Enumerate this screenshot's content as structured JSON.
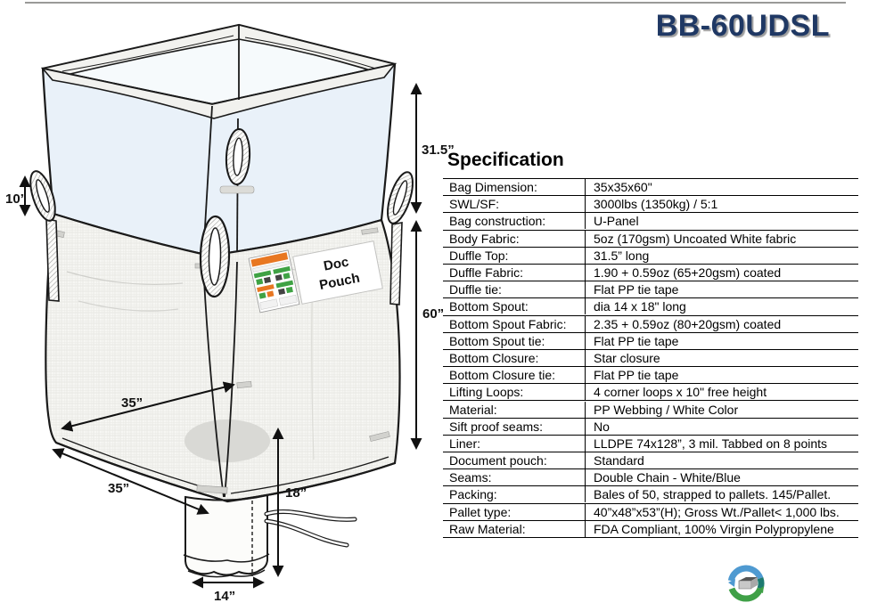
{
  "page": {
    "model_title": "BB-60UDSL",
    "accent_color": "#1f3864"
  },
  "spec": {
    "heading": "Specification",
    "rows": [
      {
        "label": "Bag Dimension:",
        "value": "35x35x60\""
      },
      {
        "label": "SWL/SF:",
        "value": "3000lbs (1350kg) / 5:1"
      },
      {
        "label": "Bag construction:",
        "value": "U-Panel"
      },
      {
        "label": "Body Fabric:",
        "value": "5oz (170gsm) Uncoated White fabric"
      },
      {
        "label": "Duffle Top:",
        "value": "31.5” long"
      },
      {
        "label": "Duffle Fabric:",
        "value": "1.90 + 0.59oz (65+20gsm) coated"
      },
      {
        "label": "Duffle tie:",
        "value": "Flat PP tie tape"
      },
      {
        "label": "Bottom Spout:",
        "value": "dia 14 x 18\" long"
      },
      {
        "label": "Bottom Spout Fabric:",
        "value": "2.35 + 0.59oz (80+20gsm) coated"
      },
      {
        "label": "Bottom Spout tie:",
        "value": "Flat PP tie tape"
      },
      {
        "label": "Bottom Closure:",
        "value": "Star closure"
      },
      {
        "label": "Bottom Closure tie:",
        "value": "Flat PP tie tape"
      },
      {
        "label": "Lifting Loops:",
        "value": "4 corner loops x 10\" free height"
      },
      {
        "label": "Material:",
        "value": "PP Webbing / White Color"
      },
      {
        "label": "Sift proof seams:",
        "value": "No"
      },
      {
        "label": "Liner:",
        "value": "LLDPE 74x128”, 3 mil. Tabbed on 8 points"
      },
      {
        "label": "Document pouch:",
        "value": "Standard"
      },
      {
        "label": "Seams:",
        "value": "Double Chain - White/Blue"
      },
      {
        "label": "Packing:",
        "value": "Bales of 50, strapped to pallets. 145/Pallet."
      },
      {
        "label": "Pallet type:",
        "value": "40”x48”x53”(H); Gross Wt./Pallet< 1,000 lbs."
      },
      {
        "label": "Raw Material:",
        "value": "FDA Compliant, 100% Virgin Polypropylene"
      }
    ]
  },
  "diagram": {
    "doc_pouch_line1": "Doc",
    "doc_pouch_line2": "Pouch",
    "dimensions": {
      "loop_height": "10”",
      "duffle_top_height": "31.5”",
      "body_height": "60”",
      "base_width": "35”",
      "base_depth": "35”",
      "spout_length": "18”",
      "spout_diameter": "14”"
    },
    "colors": {
      "duffle_blue": "#e9f1f9",
      "fabric_white": "#f6f6f3",
      "outline": "#1a1a1a"
    }
  },
  "logo": {
    "name": "recycle-package-logo",
    "colors": {
      "blue": "#4f9ad1",
      "green": "#3fa047",
      "teal": "#1d7a70",
      "box": "#c8c8c8"
    }
  }
}
